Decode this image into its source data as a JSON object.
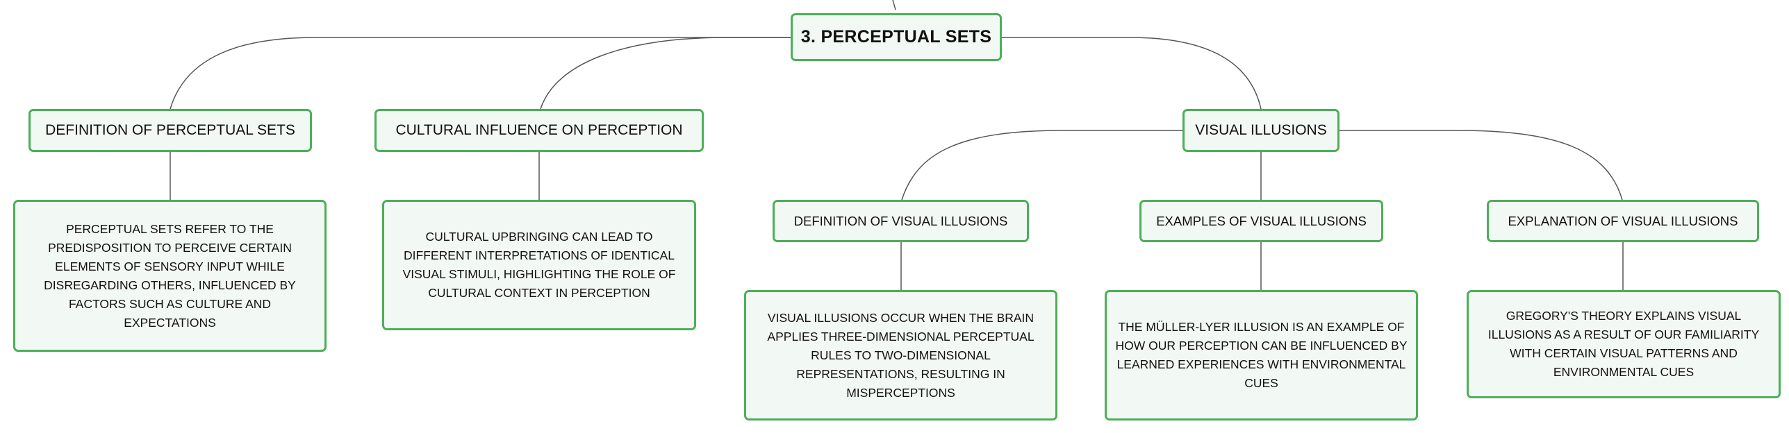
{
  "root": {
    "label": "3. PERCEPTUAL SETS"
  },
  "definition_of_perceptual_sets": {
    "label": "DEFINITION OF PERCEPTUAL SETS",
    "detail": "PERCEPTUAL SETS REFER TO THE PREDISPOSITION TO PERCEIVE CERTAIN ELEMENTS OF SENSORY INPUT WHILE DISREGARDING OTHERS, INFLUENCED BY FACTORS SUCH AS CULTURE AND EXPECTATIONS"
  },
  "cultural_influence": {
    "label": "CULTURAL INFLUENCE ON PERCEPTION",
    "detail": "CULTURAL UPBRINGING CAN LEAD TO DIFFERENT INTERPRETATIONS OF IDENTICAL VISUAL STIMULI, HIGHLIGHTING THE ROLE OF CULTURAL CONTEXT IN PERCEPTION"
  },
  "visual_illusions": {
    "label": "VISUAL ILLUSIONS",
    "definition": {
      "label": "DEFINITION OF VISUAL ILLUSIONS",
      "detail": "VISUAL ILLUSIONS OCCUR WHEN THE BRAIN APPLIES THREE-DIMENSIONAL PERCEPTUAL RULES TO TWO-DIMENSIONAL REPRESENTATIONS, RESULTING IN MISPERCEPTIONS"
    },
    "examples": {
      "label": "EXAMPLES OF VISUAL ILLUSIONS",
      "detail": "THE MÜLLER-LYER ILLUSION IS AN EXAMPLE OF HOW OUR PERCEPTION CAN BE INFLUENCED BY LEARNED EXPERIENCES WITH ENVIRONMENTAL CUES"
    },
    "explanation": {
      "label": "EXPLANATION OF VISUAL ILLUSIONS",
      "detail": "GREGORY'S THEORY EXPLAINS VISUAL ILLUSIONS AS A RESULT OF OUR FAMILIARITY WITH CERTAIN VISUAL PATTERNS AND ENVIRONMENTAL CUES"
    }
  },
  "colors": {
    "node_border": "#4caf58",
    "node_fill": "#f2f8f3",
    "connector": "#555555"
  }
}
